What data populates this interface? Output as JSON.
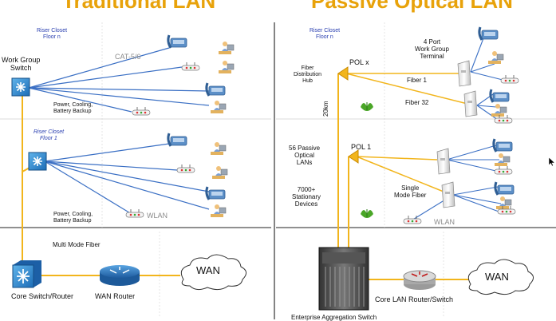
{
  "left": {
    "title": "Traditional LAN",
    "riser_n_1": "Riser Closet",
    "riser_n_2": "Floor  n",
    "work_group_1": "Work Group",
    "work_group_2": "Switch",
    "cat": "CAT-5/6",
    "power_a_1": "Power, Cooling,",
    "power_a_2": "Battery Backup",
    "riser_1_1": "Riser Closet",
    "riser_1_2": "Floor  1",
    "power_b_1": "Power, Cooling,",
    "power_b_2": "Battery Backup",
    "wlan": "WLAN",
    "mmf": "Multi Mode Fiber",
    "wan": "WAN",
    "core": "Core Switch/Router",
    "wan_router": "WAN Router"
  },
  "right": {
    "title": "Passive Optical LAN",
    "riser_n_1": "Riser Closet",
    "riser_n_2": "Floor  n",
    "fdh_1": "Fiber",
    "fdh_2": "Distribution",
    "fdh_3": "Hub",
    "pol_x": "POL x",
    "terminal_1": "4 Port",
    "terminal_2": "Work Group",
    "terminal_3": "Terminal",
    "fiber1": "Fiber 1",
    "fiber32": "Fiber  32",
    "km": "20km",
    "passive_1": "56 Passive",
    "passive_2": "Optical",
    "passive_3": "LANs",
    "pol_1": "POL 1",
    "devices_1": "7000+",
    "devices_2": "Stationary",
    "devices_3": "Devices",
    "smf_1": "Single",
    "smf_2": "Mode Fiber",
    "wlan": "WLAN",
    "wan": "WAN",
    "core_lan": "Core LAN Router/Switch",
    "eas": "Enterprise Aggregation Switch"
  }
}
